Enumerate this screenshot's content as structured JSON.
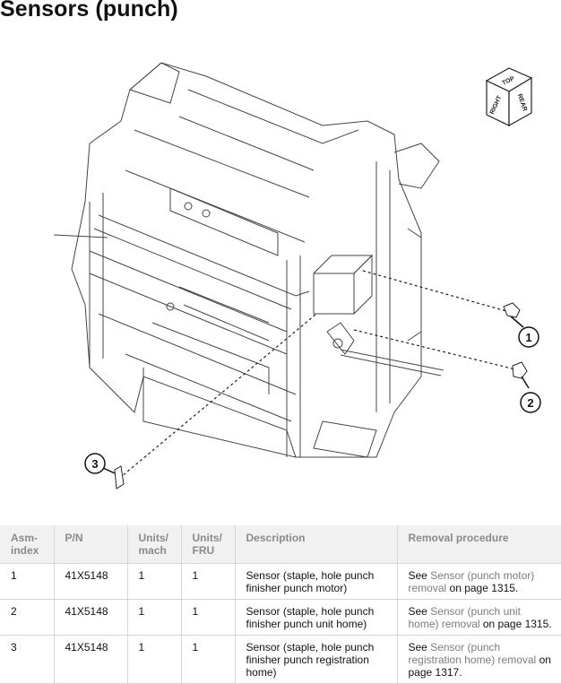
{
  "page": {
    "title": "Sensors (punch)"
  },
  "orientation_cube": {
    "top": "TOP",
    "right": "RIGHT",
    "rear": "REAR"
  },
  "callouts": [
    "1",
    "2",
    "3"
  ],
  "table": {
    "headers": [
      "Asm-\nindex",
      "P/N",
      "Units/\nmach",
      "Units/\nFRU",
      "Description",
      "Removal procedure"
    ],
    "rows": [
      {
        "index": "1",
        "pn": "41X5148",
        "units_mach": "1",
        "units_fru": "1",
        "description": "Sensor (staple, hole punch finisher punch motor)",
        "removal_prefix": "See ",
        "removal_link": "Sensor (punch motor) removal",
        "removal_suffix": " on page 1315."
      },
      {
        "index": "2",
        "pn": "41X5148",
        "units_mach": "1",
        "units_fru": "1",
        "description": "Sensor (staple, hole punch finisher punch unit home)",
        "removal_prefix": "See ",
        "removal_link": "Sensor (punch unit home) removal",
        "removal_suffix": " on page 1315."
      },
      {
        "index": "3",
        "pn": "41X5148",
        "units_mach": "1",
        "units_fru": "1",
        "description": "Sensor (staple, hole punch finisher punch registration home)",
        "removal_prefix": "See ",
        "removal_link": "Sensor (punch registration home) removal",
        "removal_suffix": " on page 1317."
      }
    ]
  }
}
